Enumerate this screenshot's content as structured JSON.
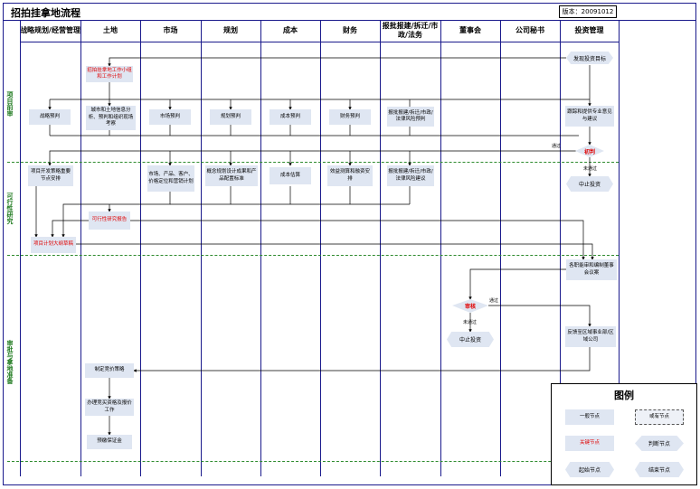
{
  "title": "招拍挂拿地流程",
  "version": "版本：20091012",
  "lanes": [
    "战略规划/经营管理",
    "土地",
    "市场",
    "规划",
    "成本",
    "财务",
    "报批报建/拆迁/市政/法务",
    "董事会",
    "公司秘书",
    "投资管理"
  ],
  "phases": [
    "项目前审",
    "可行性研究",
    "审批与拿地准备"
  ],
  "nodes": {
    "invest_goal": "发现投资目标",
    "land_team": "招拍挂拿地工作小组和工作计划",
    "strategy_pre": "战略预判",
    "land_analysis": "城市和土地信息分析、预判和组织现场考察",
    "market_pre": "市场预判",
    "plan_pre": "规划预判",
    "cost_pre": "成本预判",
    "finance_pre": "财务预判",
    "approval_pre": "报批报建/拆迁/市政/法律风险预判",
    "follow_invest": "跟踪和提供专业意见与建议",
    "first_review": "初判",
    "pass1": "通过",
    "fail1": "未通过",
    "stop1": "中止投资",
    "proj_strategy": "项目开发策略重要节点安排",
    "market_pos": "市场、产品、客户、价格定位和营销计划",
    "plan_design": "概念规划设计成果和产品配置标准",
    "cost_est": "成本估算",
    "finance_calc": "效益测算和融资安排",
    "approval_risk": "报批报建/拆迁/市政/法律风险建议",
    "feasibility": "可行性研究报告",
    "project_plan": "项目计划大纲草稿",
    "dept_review": "各职能审和编制董事会议案",
    "board_review": "审核",
    "pass2": "通过",
    "fail2": "未通过",
    "stop2": "中止投资",
    "feedback": "反馈至区域事业部/区域公司",
    "bid_strategy": "制定竞价策略",
    "bid_qual": "办理竞买资格及报价工作",
    "deposit": "预缴保证金"
  },
  "legend": {
    "title": "图例",
    "normal": "一般节点",
    "optional": "或有节点",
    "key": "关键节点",
    "decision": "判断节点",
    "start": "起始节点",
    "end": "结束节点"
  }
}
